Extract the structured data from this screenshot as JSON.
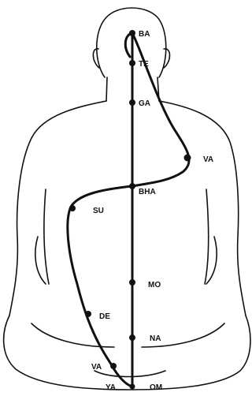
{
  "figure": {
    "points": [
      {
        "id": "ba",
        "label": "BA"
      },
      {
        "id": "te",
        "label": "TE"
      },
      {
        "id": "ga",
        "label": "GA"
      },
      {
        "id": "va-upper",
        "label": "VA"
      },
      {
        "id": "bha",
        "label": "BHA"
      },
      {
        "id": "su",
        "label": "SU"
      },
      {
        "id": "mo",
        "label": "MO"
      },
      {
        "id": "de",
        "label": "DE"
      },
      {
        "id": "na",
        "label": "NA"
      },
      {
        "id": "va-lower",
        "label": "VA"
      },
      {
        "id": "ya",
        "label": "YA"
      },
      {
        "id": "om",
        "label": "OM"
      }
    ]
  }
}
